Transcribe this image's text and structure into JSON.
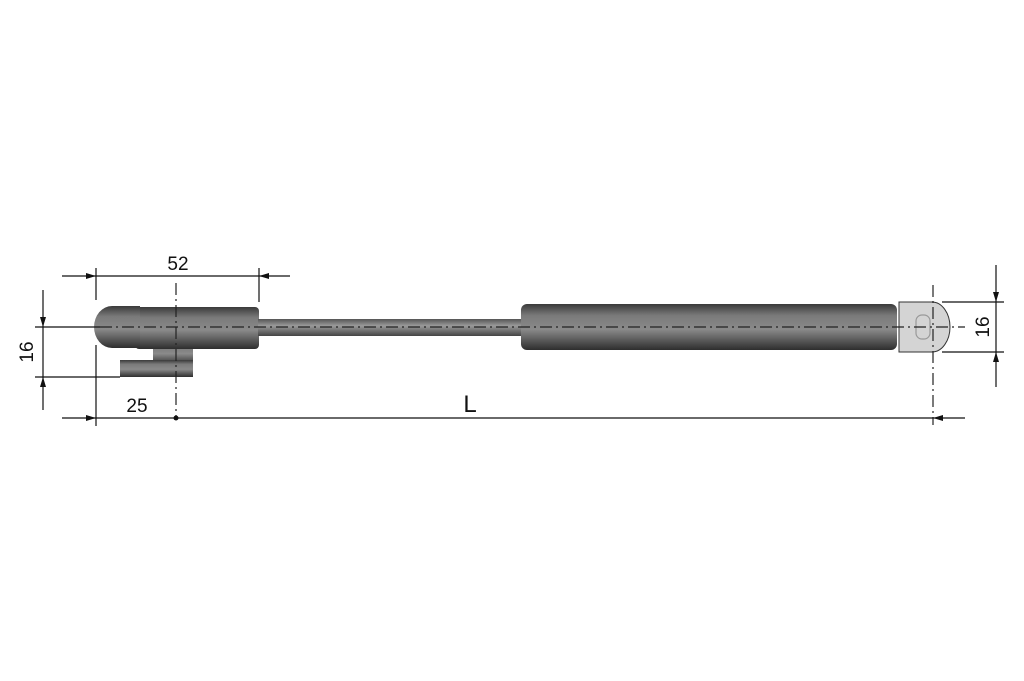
{
  "drawing": {
    "dimensions": {
      "end_fitting_length": "52",
      "end_fitting_height": "16",
      "pivot_offset": "25",
      "overall_length": "L",
      "eye_height": "16"
    },
    "colors": {
      "body": "#5a5a5a",
      "eye": "#d4d4d4",
      "line": "#111111"
    }
  }
}
